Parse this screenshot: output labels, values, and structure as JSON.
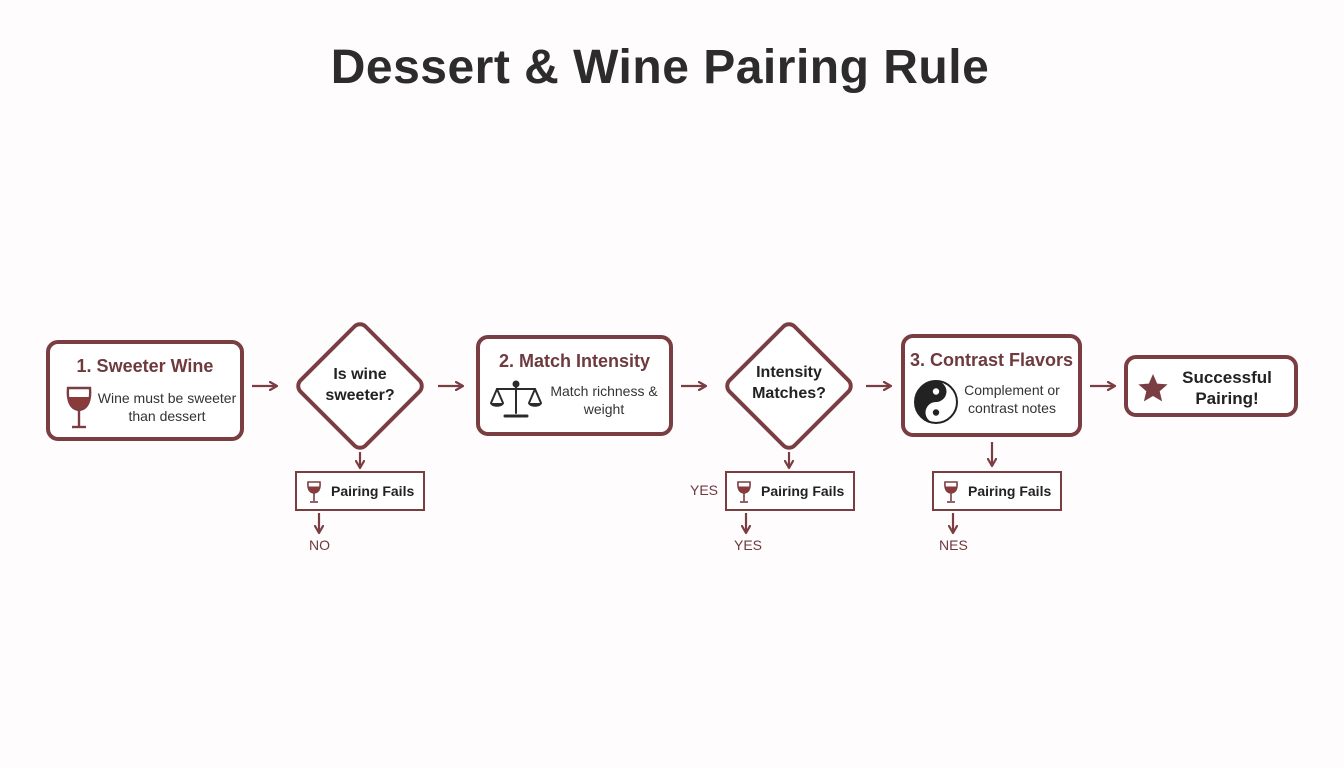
{
  "title": "Dessert & Wine Pairing Rule",
  "steps": [
    {
      "title": "1. Sweeter Wine",
      "desc_line1": "Wine must be sweeter",
      "desc_line2": "than dessert",
      "icon": "wine-glass-icon"
    },
    {
      "title": "2. Match Intensity",
      "desc_line1": "Match richness &",
      "desc_line2": "weight",
      "icon": "balance-scale-icon"
    },
    {
      "title": "3. Contrast Flavors",
      "desc_line1": "Complement or",
      "desc_line2": "contrast notes",
      "icon": "yin-yang-icon"
    }
  ],
  "decisions": [
    {
      "line1": "Is wine",
      "line2": "sweeter?"
    },
    {
      "line1": "Intensity",
      "line2": "Matches?"
    }
  ],
  "fail_label": "Pairing Fails",
  "branch_labels": {
    "fail1_below": "NO",
    "fail2_left": "YES",
    "fail2_below": "YES",
    "fail3_below": "NES"
  },
  "success": {
    "line1": "Successful",
    "line2": "Pairing!",
    "icon": "star-icon"
  },
  "colors": {
    "accent": "#7a3e42",
    "wine": "#8b3a3a",
    "text": "#2c2c2c"
  }
}
